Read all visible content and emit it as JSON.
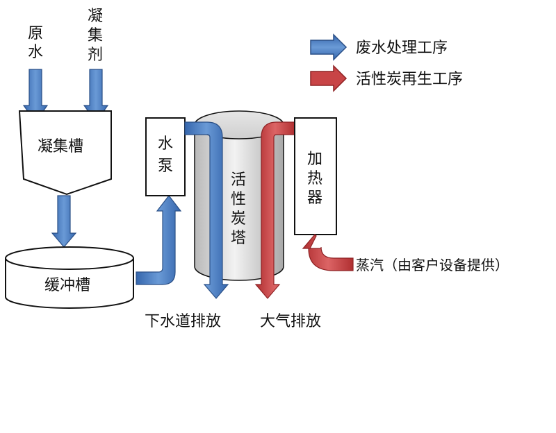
{
  "legend": {
    "wastewater": {
      "label": "废水处理工序",
      "color": "#3e6db5"
    },
    "regeneration": {
      "label": "活性炭再生工序",
      "color": "#c0393b"
    }
  },
  "inputs": {
    "raw_water": [
      "原",
      "水"
    ],
    "coagulant": [
      "凝",
      "集",
      "剂"
    ]
  },
  "units": {
    "coag_tank": "凝集槽",
    "buffer_tank": "缓冲槽",
    "pump": [
      "水",
      "泵"
    ],
    "tower": [
      "活",
      "性",
      "炭",
      "塔"
    ],
    "heater": [
      "加",
      "热",
      "器"
    ]
  },
  "outlets": {
    "sewer": "下水道排放",
    "atmosphere": "大气排放",
    "steam": "蒸汽（由客户设备提供）"
  },
  "colors": {
    "blue": "#3e6db5",
    "blue_light": "#5b8fd1",
    "red": "#c0393b",
    "red_light": "#d9595a"
  }
}
